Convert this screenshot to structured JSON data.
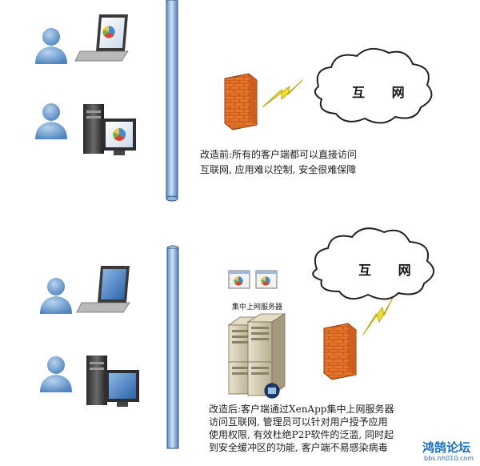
{
  "top": {
    "cloud_label": "互 网",
    "caption_line1": "改造前:所有的客户端都可以直接访问",
    "caption_line2": "互联网, 应用难以控制, 安全很难保障"
  },
  "bottom": {
    "cloud_label": "互 网",
    "server_label": "集中上网服务器",
    "caption_line1": "改造后:客户端通过XenApp集中上网服务器",
    "caption_line2": "访问互联网, 管理员可以针对用户授予应用",
    "caption_line3": "使用权限, 有效杜绝P2P软件的泛滥, 同时起",
    "caption_line4": "到安全缓冲区的功能, 客户端不易感染病毒"
  },
  "watermark": {
    "main": "鸿鹄论坛",
    "sub": "bbs.hh010.com"
  },
  "colors": {
    "pipe": "#9cc0e4",
    "pipe_edge": "#2c5a8c",
    "user": "#6f9fd0",
    "firewall": "#e8742a",
    "lightning": "#f3e22a"
  },
  "icons": [
    "user-icon",
    "laptop-icon",
    "desktop-icon",
    "firewall-icon",
    "lightning-icon",
    "cloud-icon",
    "server-icon",
    "app-window-icon"
  ]
}
